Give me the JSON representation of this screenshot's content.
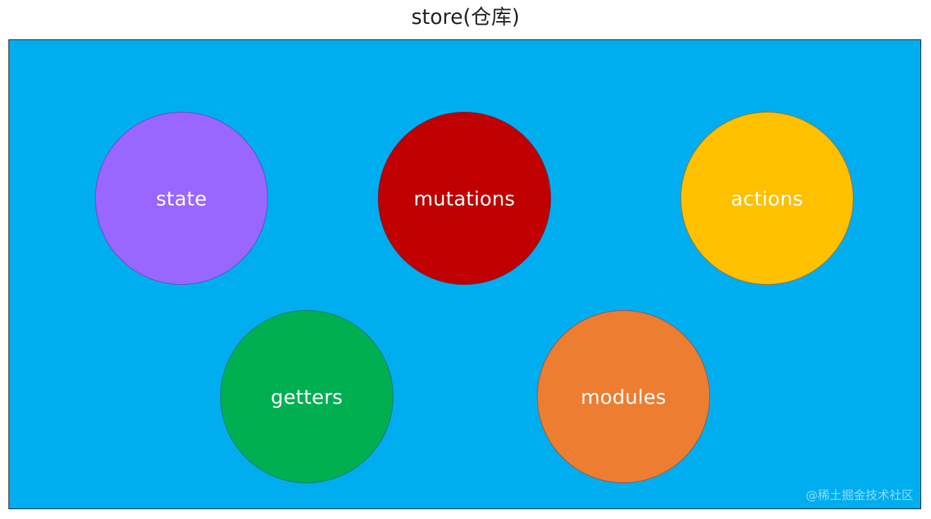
{
  "title": "store(仓库)",
  "colors": {
    "store_background": "#00AEEF",
    "state": "#9966FF",
    "mutations": "#C00000",
    "actions": "#FFC000",
    "getters": "#00B050",
    "modules": "#ED7D31"
  },
  "nodes": {
    "state": "state",
    "mutations": "mutations",
    "actions": "actions",
    "getters": "getters",
    "modules": "modules"
  },
  "watermark": "@稀土掘金技术社区"
}
